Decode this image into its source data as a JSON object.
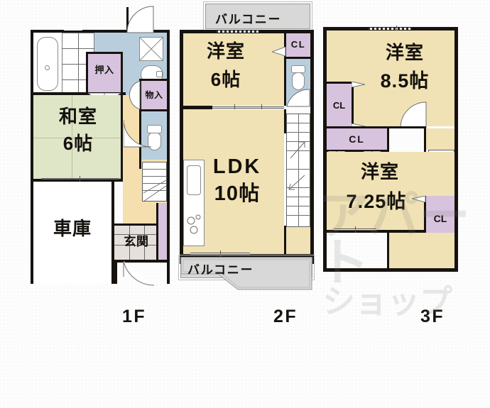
{
  "document": {
    "type": "floor-plan",
    "language": "ja",
    "watermark": {
      "line1": "アパート",
      "line2": "ショップ"
    }
  },
  "floors": [
    {
      "id": "1f",
      "caption": "1F",
      "rooms": [
        {
          "name": "washitsu",
          "label": "和室",
          "size": "6帖",
          "kind": "tatami"
        },
        {
          "name": "garage",
          "label": "車庫",
          "size": "",
          "kind": "white"
        },
        {
          "name": "genkan",
          "label": "玄関",
          "size": "",
          "kind": "genkan"
        },
        {
          "name": "oshiire",
          "label": "押入",
          "size": "",
          "kind": "closet"
        },
        {
          "name": "monoire",
          "label": "物入",
          "size": "",
          "kind": "closet"
        },
        {
          "name": "bath",
          "label": "",
          "size": "",
          "kind": "water"
        },
        {
          "name": "washroom",
          "label": "",
          "size": "",
          "kind": "water"
        },
        {
          "name": "toilet",
          "label": "",
          "size": "",
          "kind": "water"
        },
        {
          "name": "corridor",
          "label": "",
          "size": "",
          "kind": "hall"
        }
      ]
    },
    {
      "id": "2f",
      "caption": "2F",
      "rooms": [
        {
          "name": "yoshitsu-6",
          "label": "洋室",
          "size": "6帖",
          "kind": "wood"
        },
        {
          "name": "ldk",
          "label": "LDK",
          "size": "10帖",
          "kind": "wood"
        },
        {
          "name": "closet-2f",
          "label": "CL",
          "size": "",
          "kind": "closet"
        },
        {
          "name": "toilet-2f",
          "label": "",
          "size": "",
          "kind": "water"
        }
      ],
      "balconies": [
        {
          "name": "balcony-north",
          "label": "バルコニー"
        },
        {
          "name": "balcony-south",
          "label": "バルコニー"
        }
      ]
    },
    {
      "id": "3f",
      "caption": "3F",
      "rooms": [
        {
          "name": "yoshitsu-85",
          "label": "洋室",
          "size": "8.5帖",
          "kind": "wood"
        },
        {
          "name": "yoshitsu-725",
          "label": "洋室",
          "size": "7.25帖",
          "kind": "wood"
        },
        {
          "name": "closet-a",
          "label": "CL",
          "size": "",
          "kind": "closet"
        },
        {
          "name": "closet-b",
          "label": "CL",
          "size": "",
          "kind": "closet"
        },
        {
          "name": "closet-c",
          "label": "CL",
          "size": "",
          "kind": "closet"
        }
      ]
    }
  ],
  "colors": {
    "wall": "#16130f",
    "wood": "#f0e2b4",
    "tatami": "#dfe6c8",
    "water": "#b9cedd",
    "closet": "#d7c3de",
    "hall": "#f5dfae",
    "genkan": "#e6e0dc",
    "balcony": "#d8d8d8",
    "paper": "#fdfdfd"
  }
}
